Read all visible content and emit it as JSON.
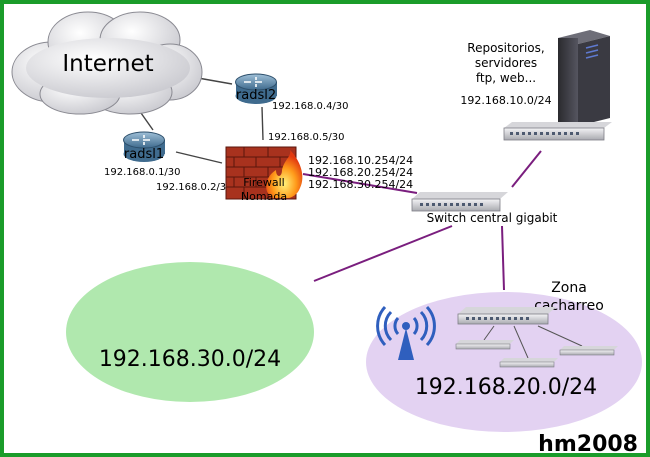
{
  "colors": {
    "frame": "#1a9c2a",
    "link": "#7a1e7e",
    "link_dark": "#444444",
    "net30_fill": "#b0e8ae",
    "net20_fill": "#e3d2f2",
    "firewall_label": "#e8221a",
    "wifi": "#2f5fbe"
  },
  "labels": {
    "internet": "Internet",
    "radsl2": "radsl2",
    "radsl1": "radsl1",
    "radsl2_ip": "192.168.0.4/30",
    "fw_ip_top": "192.168.0.5/30",
    "radsl1_ip": "192.168.0.1/30",
    "fw_ip_left": "192.168.0.2/30",
    "firewall_l1": "Firewall",
    "firewall_l2": "Nomada",
    "fw_net_1": "192.168.10.254/24",
    "fw_net_2": "192.168.20.254/24",
    "fw_net_3": "192.168.30.254/24",
    "repo_l1": "Repositorios,",
    "repo_l2": "servidores",
    "repo_l3": "ftp, web...",
    "repo_net": "192.168.10.0/24",
    "switch_central": "Switch central gigabit",
    "net30": "192.168.30.0/24",
    "zona_l1": "Zona",
    "zona_l2": "cacharreo",
    "net20": "192.168.20.0/24",
    "watermark": "hm2008"
  }
}
